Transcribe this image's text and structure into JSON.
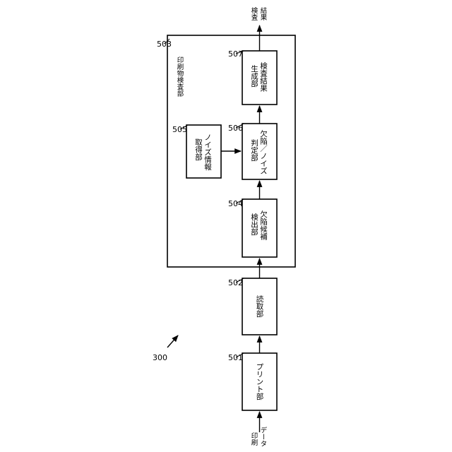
{
  "figure_number": "300",
  "input_label": [
    "印刷",
    "データ"
  ],
  "output_label": [
    "検査",
    "結果"
  ],
  "inspection_unit": {
    "ref": "503",
    "label": "印刷物検査部"
  },
  "blocks": [
    {
      "ref": "501",
      "lines": [
        "プリント部"
      ]
    },
    {
      "ref": "502",
      "lines": [
        "読取部"
      ]
    },
    {
      "ref": "504",
      "lines": [
        "欠陥候補",
        "検出部"
      ]
    },
    {
      "ref": "505",
      "lines": [
        "ノイズ情報",
        "取得部"
      ]
    },
    {
      "ref": "506",
      "lines": [
        "欠陥／ノイズ",
        "判定部"
      ]
    },
    {
      "ref": "507",
      "lines": [
        "検査結果",
        "生成部"
      ]
    }
  ]
}
